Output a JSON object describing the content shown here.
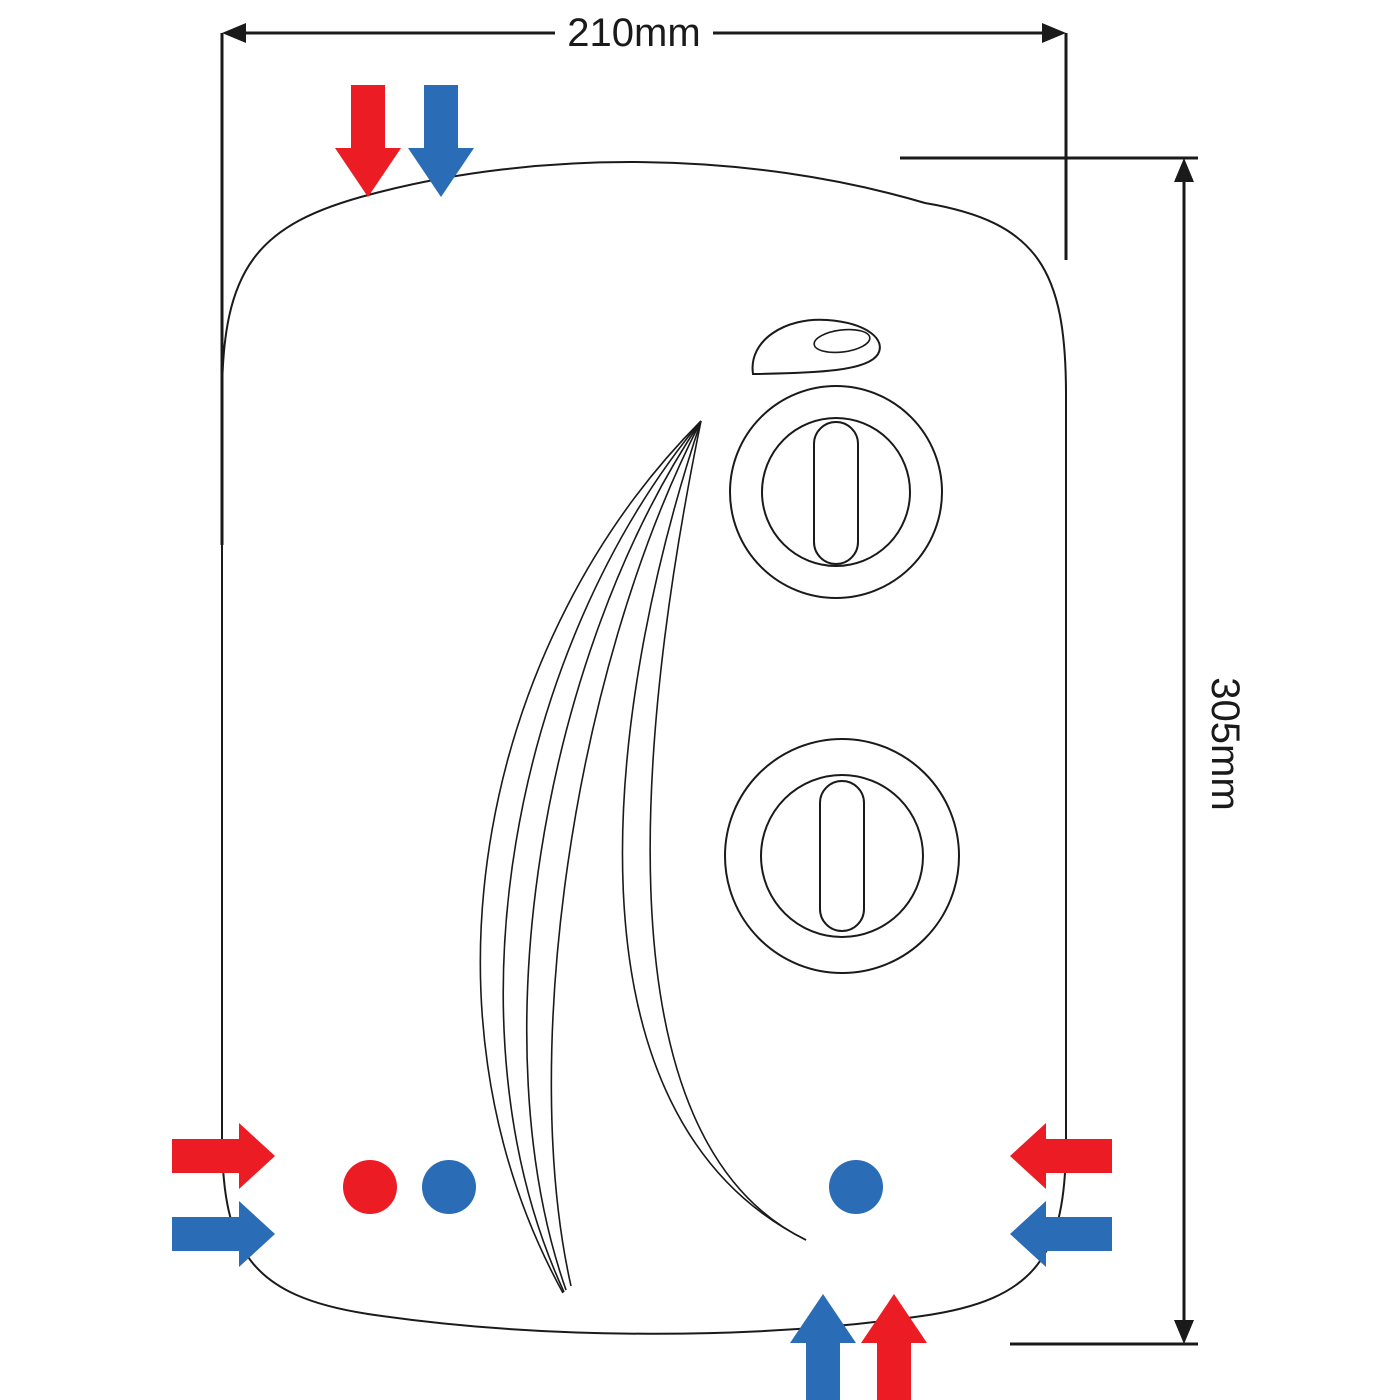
{
  "dimensions": {
    "width_label": "210mm",
    "height_label": "305mm"
  },
  "colors": {
    "hot": "#ec1c24",
    "cold": "#2a6cb6",
    "line": "#1a1a1a",
    "background": "#ffffff"
  },
  "markers": {
    "top_inlet_arrows": [
      "hot-down-arrow",
      "cold-down-arrow"
    ],
    "left_inlet_arrows": [
      "hot-right-arrow",
      "cold-right-arrow"
    ],
    "right_inlet_arrows": [
      "hot-left-arrow",
      "cold-left-arrow"
    ],
    "bottom_inlet_arrows": [
      "cold-up-arrow",
      "hot-up-arrow"
    ],
    "connection_points": [
      "hot-point-bottom-left",
      "cold-point-bottom-left",
      "cold-point-bottom-right"
    ]
  }
}
